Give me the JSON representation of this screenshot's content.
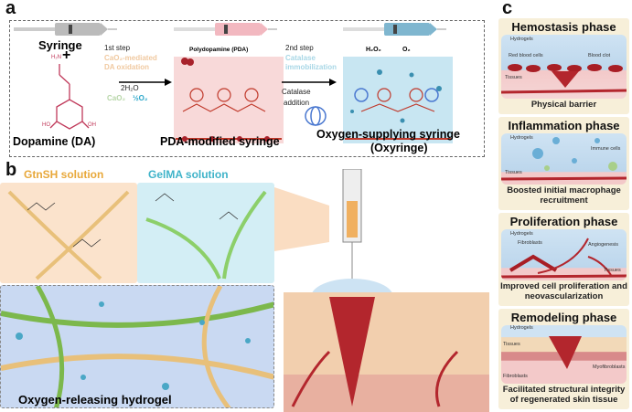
{
  "panel_a": {
    "label": "a",
    "syringe": "Syringe",
    "plus": "+",
    "dopamine": "Dopamine (DA)",
    "step1": {
      "title": "1st step",
      "line1": "CaO₂-mediated",
      "line2": "DA oxidation",
      "water": "2H₂O",
      "cao2": "CaO₂",
      "o2": "½O₂"
    },
    "pda_legend": "Polydopamine (PDA)",
    "pda_syringe": "PDA-modified syringe",
    "step2": {
      "title": "2nd step",
      "line1": "Catalase",
      "line2": "immobilization",
      "addition1": "Catalase",
      "addition2": "addition"
    },
    "h2o2": "H₂O₂",
    "o2": "O₂",
    "oxy_line1": "Oxygen-supplying syringe",
    "oxy_line2": "(Oxyringe)",
    "chem": {
      "nh2": "H₂N",
      "ho": "HO",
      "oh": "OH"
    }
  },
  "panel_b": {
    "label": "b",
    "gtnsh": "GtnSH solution",
    "gelma": "GelMA solution",
    "hydrogel": "Oxygen-releasing hydrogel"
  },
  "panel_c": {
    "label": "c",
    "phases": [
      {
        "title": "Hemostasis phase",
        "hydrogels": "Hydrogels",
        "tag1": "Red blood cells",
        "tag2": "Blood clot",
        "tissues": "Tissues",
        "caption": "Physical barrier"
      },
      {
        "title": "Inflammation phase",
        "hydrogels": "Hydrogels",
        "tag1": "Immune cells",
        "tissues": "Tissues",
        "caption": "Boosted initial macrophage recruitment"
      },
      {
        "title": "Proliferation phase",
        "hydrogels": "Hydrogels",
        "tag1": "Fibroblasts",
        "tag2": "Angiogenesis",
        "tissues": "Tissues",
        "caption": "Improved cell proliferation and neovascularization"
      },
      {
        "title": "Remodeling phase",
        "hydrogels": "Hydrogels",
        "tag1": "Myofibroblasts",
        "tag2": "Fibroblasts",
        "tissues": "Tissues",
        "caption": "Facilitated structural integrity of regenerated skin tissue"
      }
    ]
  },
  "colors": {
    "gtnsh": "#e8a83a",
    "gelma": "#3fb3c9",
    "pda": "#c0392b",
    "hydrogel_bg": "#c9d9f2"
  }
}
